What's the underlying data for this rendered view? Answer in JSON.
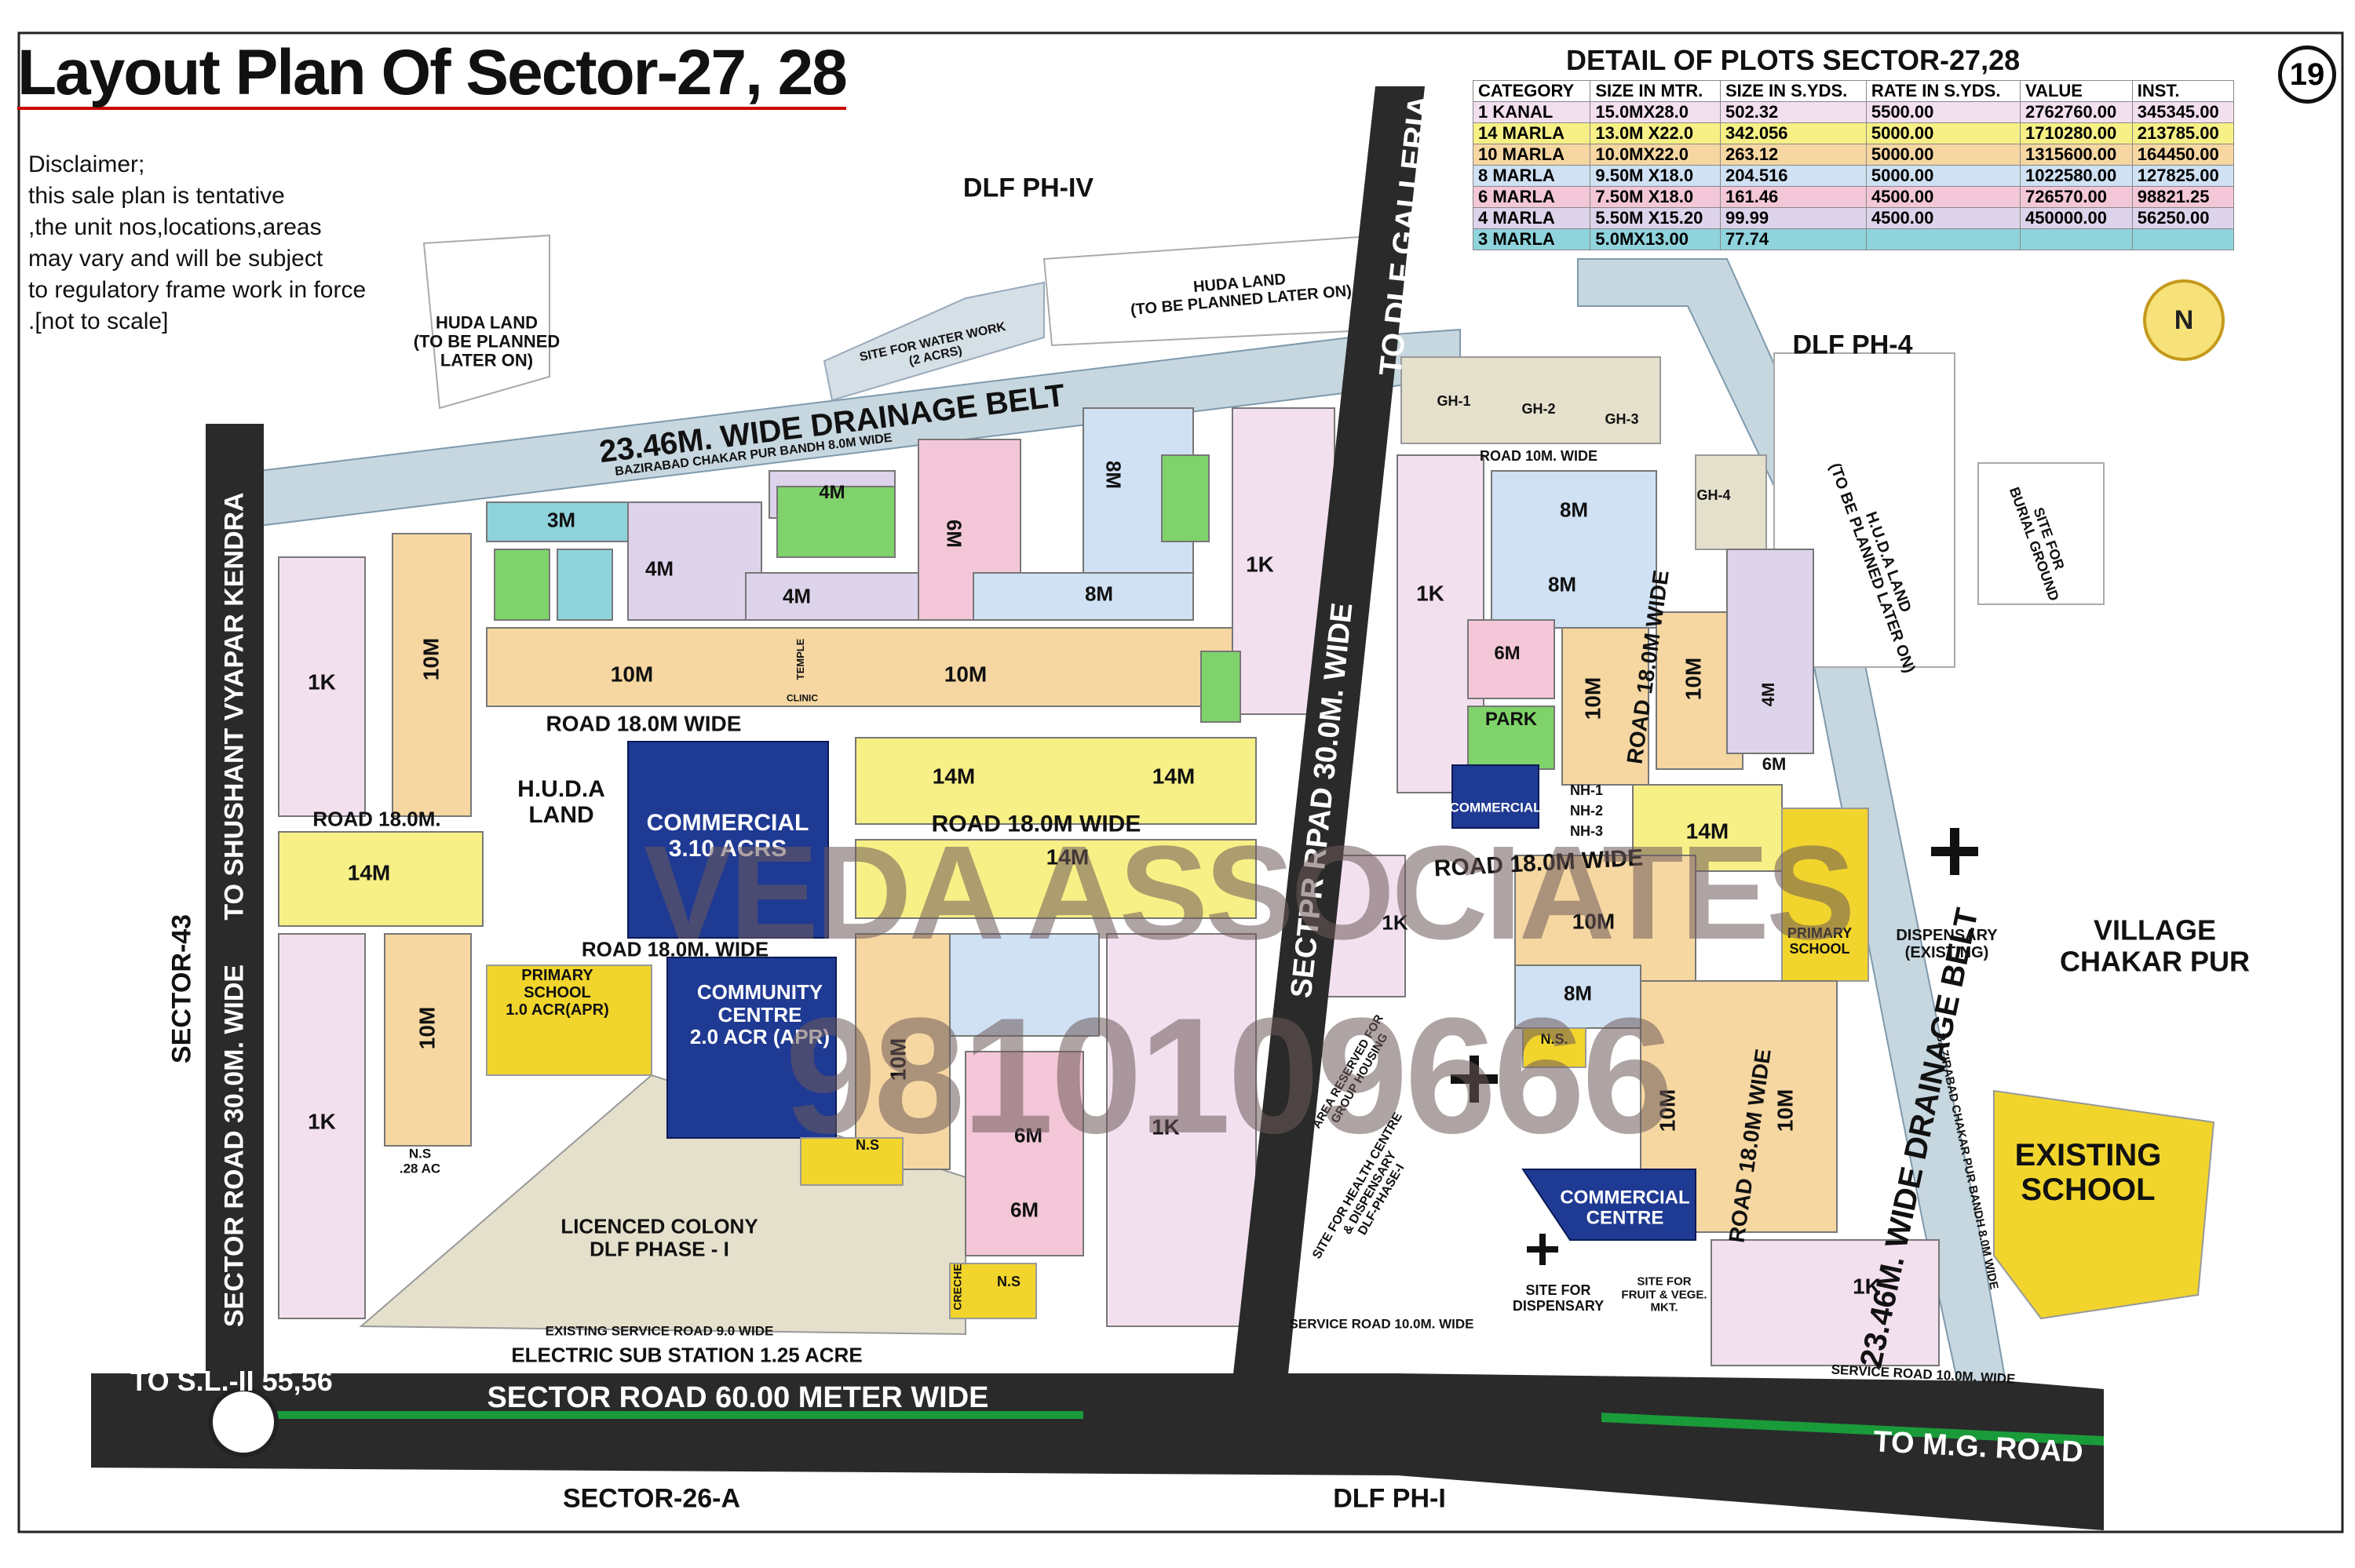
{
  "title": "Layout Plan Of Sector-27, 28",
  "disclaimer": "Disclaimer;\nthis sale plan is tentative\n,the unit nos,locations,areas\n may vary and will be subject\n to regulatory frame work in force\n.[not to scale]",
  "sheet_number": "19",
  "north_symbol": "N",
  "plots_table": {
    "title": "DETAIL OF PLOTS SECTOR-27,28",
    "headers": [
      "CATEGORY",
      "SIZE IN MTR.",
      "SIZE IN S.YDS.",
      "RATE  IN S.YDS.",
      "VALUE",
      "INST."
    ],
    "rows": [
      {
        "cells": [
          "1 KANAL",
          "15.0MX28.0",
          "502.32",
          "5500.00",
          "2762760.00",
          "345345.00"
        ],
        "color": "#f3e0ef"
      },
      {
        "cells": [
          "14 MARLA",
          "13.0M X22.0",
          "342.056",
          "5000.00",
          "1710280.00",
          "213785.00"
        ],
        "color": "#f7f086"
      },
      {
        "cells": [
          "10 MARLA",
          "10.0MX22.0",
          "263.12",
          "5000.00",
          "1315600.00",
          "164450.00"
        ],
        "color": "#f6d7a2"
      },
      {
        "cells": [
          "8 MARLA",
          "9.50M X18.0",
          "204.516",
          "5000.00",
          "1022580.00",
          "127825.00"
        ],
        "color": "#cfe1f3"
      },
      {
        "cells": [
          "6 MARLA",
          "7.50M X18.0",
          "161.46",
          "4500.00",
          "726570.00",
          "98821.25"
        ],
        "color": "#f3c7d8"
      },
      {
        "cells": [
          "4 MARLA",
          "5.50M X15.20",
          "99.99",
          "4500.00",
          "450000.00",
          "56250.00"
        ],
        "color": "#ddd3ea"
      },
      {
        "cells": [
          "3 MARLA",
          "5.0MX13.00",
          "77.74",
          "",
          "",
          ""
        ],
        "color": "#8fd3dc"
      }
    ]
  },
  "colors": {
    "kanal": "#f3e0ef",
    "m14": "#f7f086",
    "m10": "#f6d7a2",
    "m8": "#cfe1f3",
    "m6": "#f3c7d8",
    "m4": "#ddd3ea",
    "m3": "#8fd3dc",
    "commercial": "#1f3a93",
    "park": "#7fd36a",
    "school": "#f2d52c",
    "huda": "#e4e0cc",
    "road": "#ffffff",
    "sector_road": "#2a2a2a",
    "drain": "#c7d7e0",
    "accent_green": "#1a9b3a"
  },
  "labels": {
    "dlf_ph_iv": "DLF PH-IV",
    "dlf_ph_4": "DLF PH-4",
    "dlf_ph_i": "DLF PH-I",
    "sector_26a": "SECTOR-26-A",
    "sector_43": "SECTOR-43",
    "huda_land_left": "HUDA LAND\n(TO BE PLANNED\nLATER ON)",
    "huda_land_top": "HUDA LAND\n(TO BE PLANNED LATER ON)",
    "huda_land_right": "H.U.D.A LAND\n(TO BE PLANNED LATER ON)",
    "burial": "SITE FOR\nBURIAL GROUND",
    "water_work": "SITE FOR WATER WORK\n(2 ACRS)",
    "bandh_top": "BAZIRABAD CHAKAR PUR BANDH 8.0M WIDE",
    "drain_top": "23.46M. WIDE DRAINAGE BELT",
    "drain_right": "23.46M. WIDE DRAINAGE BELT",
    "bandh_right": "BAZIRABAD CHAKAR PUR BANDH 8.0M WIDE",
    "to_dlf_galleria": "TO DLF GALLERIA",
    "sector_road_30_center": "SECTPR RPAD 30.0M. WIDE",
    "to_shushant": "TO SHUSHANT  VYAPAR KENDRA",
    "sector_road_30_left": "SECTOR ROAD 30.0M. WIDE",
    "sector_road_60": "SECTOR ROAD 60.00 METER WIDE",
    "to_sl": "TO S.L.-II 55,56",
    "to_mg_road": "TO M.G. ROAD",
    "huda_land_center": "H.U.D.A\nLAND",
    "commercial_main": "COMMERCIAL\n3.10 ACRS",
    "community_centre": "COMMUNITY\nCENTRE\n2.0 ACR (APR)",
    "primary_school_left": "PRIMARY\nSCHOOL\n1.0 ACR(APR)",
    "licenced_colony": "LICENCED COLONY\nDLF PHASE - I",
    "electric_sub": "ELECTRIC SUB STATION 1.25 ACRE",
    "existing_service_road": "EXISTING SERVICE ROAD 9.0 WIDE",
    "service_road_10": "SERVICE ROAD 10.0M. WIDE",
    "service_road_10b": "SERVICE ROAD 10.0M. WIDE",
    "road_18_a": "ROAD 18.0M WIDE",
    "road_18_b": "ROAD 18.0M WIDE",
    "road_18_c": "ROAD 18.0M.",
    "road_18_d": "ROAD 18.0M. WIDE",
    "road_18_e": "ROAD 18.0M WIDE",
    "road_18_f": "ROAD 18.0M WIDE",
    "road_18_g": "ROAD 18.0M WIDE",
    "road_10_a": "ROAD 10M. WIDE",
    "village": "VILLAGE\nCHAKAR PUR",
    "dispensary_existing": "DISPENSARY\n(EXISTING)",
    "existing_school": "EXISTING\nSCHOOL",
    "primary_school_right": "PRIMARY\nSCHOOL",
    "commercial_small": "COMMERCIAL",
    "commercial_centre": "COMMERCIAL\nCENTRE",
    "health_centre": "SITE FOR HEALTH CENTRE\n& DISPENSARY\nDLF-PHASE-I",
    "group_housing": "AREA RESERVED FOR\nGROUP HOUSING",
    "site_dispensary": "SITE FOR\nDISPENSARY",
    "fruit_market": "SITE FOR\nFRUIT & VEGE.\nMKT.",
    "park": "PARK",
    "gh1": "GH-1",
    "gh2": "GH-2",
    "gh3": "GH-3",
    "gh4": "GH-4",
    "nh1": "NH-1",
    "nh2": "NH-2",
    "nh3": "NH-3",
    "ns1": "N.S",
    "ns2": "N.S",
    "ns3": "N.S.",
    "ns_28": "N.S\n.28 AC",
    "creche": "CRECHE",
    "temple": "TEMPLE",
    "clinic": "CLINIC"
  },
  "blocks": [
    {
      "label": "1K",
      "color": "kanal"
    },
    {
      "label": "10M",
      "color": "m10"
    },
    {
      "label": "14M",
      "color": "m14"
    },
    {
      "label": "8M",
      "color": "m8"
    },
    {
      "label": "6M",
      "color": "m6"
    },
    {
      "label": "4M",
      "color": "m4"
    },
    {
      "label": "3M",
      "color": "m3"
    }
  ],
  "watermark": {
    "line1": "VEDA ASSOCIATES",
    "line2": "9810109666"
  }
}
